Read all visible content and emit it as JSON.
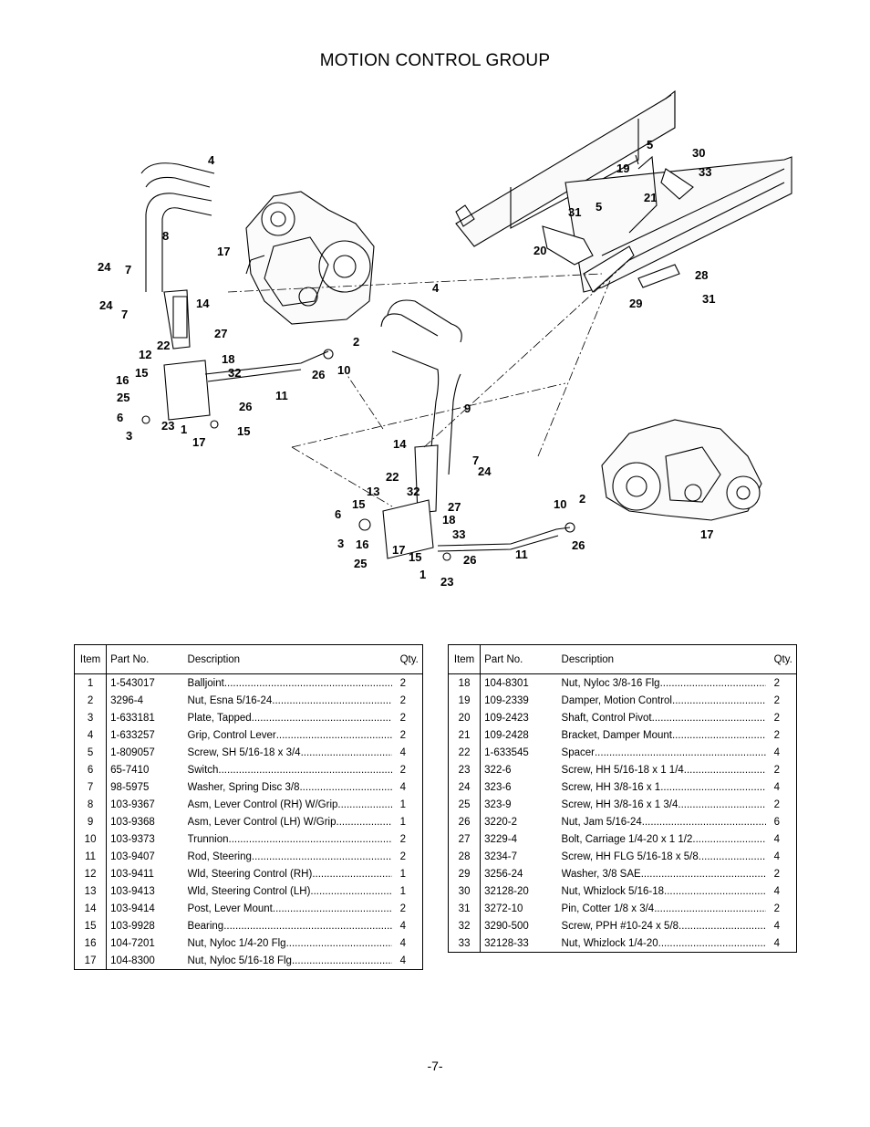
{
  "page": {
    "title": "MOTION CONTROL GROUP",
    "page_number": "-7-"
  },
  "diagram": {
    "callouts": [
      "4",
      "8",
      "24",
      "7",
      "24",
      "7",
      "14",
      "17",
      "27",
      "22",
      "12",
      "18",
      "15",
      "32",
      "16",
      "25",
      "26",
      "6",
      "3",
      "23",
      "1",
      "17",
      "15",
      "11",
      "2",
      "26",
      "10",
      "4",
      "9",
      "5",
      "19",
      "30",
      "33",
      "21",
      "5",
      "31",
      "20",
      "28",
      "29",
      "31",
      "14",
      "7",
      "24",
      "22",
      "13",
      "32",
      "15",
      "27",
      "6",
      "18",
      "33",
      "3",
      "16",
      "17",
      "15",
      "26",
      "25",
      "1",
      "23",
      "11",
      "10",
      "2",
      "26",
      "17"
    ]
  },
  "table": {
    "headers": {
      "item": "Item",
      "part_no": "Part No.",
      "description": "Description",
      "qty": "Qty."
    },
    "left_rows": [
      {
        "item": "1",
        "part_no": "1-543017",
        "description": "Balljoint",
        "qty": "2"
      },
      {
        "item": "2",
        "part_no": "3296-4",
        "description": "Nut, Esna 5/16-24",
        "qty": "2"
      },
      {
        "item": "3",
        "part_no": "1-633181",
        "description": "Plate, Tapped",
        "qty": "2"
      },
      {
        "item": "4",
        "part_no": "1-633257",
        "description": "Grip, Control Lever",
        "qty": "2"
      },
      {
        "item": "5",
        "part_no": "1-809057",
        "description": "Screw, SH  5/16-18 x 3/4",
        "qty": "4"
      },
      {
        "item": "6",
        "part_no": "65-7410",
        "description": "Switch",
        "qty": "2"
      },
      {
        "item": "7",
        "part_no": "98-5975",
        "description": "Washer, Spring Disc 3/8",
        "qty": "4"
      },
      {
        "item": "8",
        "part_no": "103-9367",
        "description": "Asm, Lever Control (RH) W/Grip",
        "qty": "1"
      },
      {
        "item": "9",
        "part_no": "103-9368",
        "description": "Asm, Lever Control (LH) W/Grip",
        "qty": "1"
      },
      {
        "item": "10",
        "part_no": "103-9373",
        "description": "Trunnion",
        "qty": "2"
      },
      {
        "item": "11",
        "part_no": "103-9407",
        "description": "Rod, Steering",
        "qty": "2"
      },
      {
        "item": "12",
        "part_no": "103-9411",
        "description": "Wld, Steering Control (RH)",
        "qty": "1"
      },
      {
        "item": "13",
        "part_no": "103-9413",
        "description": "Wld, Steering Control (LH)",
        "qty": "1"
      },
      {
        "item": "14",
        "part_no": "103-9414",
        "description": "Post, Lever Mount",
        "qty": "2"
      },
      {
        "item": "15",
        "part_no": "103-9928",
        "description": "Bearing",
        "qty": "4"
      },
      {
        "item": "16",
        "part_no": "104-7201",
        "description": "Nut, Nyloc 1/4-20 Flg",
        "qty": "4"
      },
      {
        "item": "17",
        "part_no": "104-8300",
        "description": "Nut, Nyloc 5/16-18 Flg",
        "qty": "4"
      }
    ],
    "right_rows": [
      {
        "item": "18",
        "part_no": "104-8301",
        "description": "Nut, Nyloc 3/8-16 Flg",
        "qty": "2"
      },
      {
        "item": "19",
        "part_no": "109-2339",
        "description": "Damper, Motion Control",
        "qty": "2"
      },
      {
        "item": "20",
        "part_no": "109-2423",
        "description": "Shaft, Control Pivot",
        "qty": "2"
      },
      {
        "item": "21",
        "part_no": "109-2428",
        "description": "Bracket, Damper Mount",
        "qty": "2"
      },
      {
        "item": "22",
        "part_no": "1-633545",
        "description": "Spacer",
        "qty": "4"
      },
      {
        "item": "23",
        "part_no": "322-6",
        "description": "Screw, HH 5/16-18 x 1 1/4",
        "qty": "2"
      },
      {
        "item": "24",
        "part_no": "323-6",
        "description": "Screw, HH 3/8-16 x 1",
        "qty": "4"
      },
      {
        "item": "25",
        "part_no": "323-9",
        "description": "Screw, HH 3/8-16 x 1 3/4",
        "qty": "2"
      },
      {
        "item": "26",
        "part_no": "3220-2",
        "description": "Nut, Jam 5/16-24",
        "qty": "6"
      },
      {
        "item": "27",
        "part_no": "3229-4",
        "description": "Bolt, Carriage 1/4-20 x 1 1/2",
        "qty": "4"
      },
      {
        "item": "28",
        "part_no": "3234-7",
        "description": "Screw, HH FLG 5/16-18 x 5/8",
        "qty": "4"
      },
      {
        "item": "29",
        "part_no": "3256-24",
        "description": "Washer, 3/8 SAE",
        "qty": "2"
      },
      {
        "item": "30",
        "part_no": "32128-20",
        "description": "Nut, Whizlock 5/16-18",
        "qty": "4"
      },
      {
        "item": "31",
        "part_no": "3272-10",
        "description": "Pin, Cotter 1/8 x 3/4",
        "qty": "2"
      },
      {
        "item": "32",
        "part_no": "3290-500",
        "description": "Screw, PPH #10-24 x 5/8",
        "qty": "4"
      },
      {
        "item": "33",
        "part_no": "32128-33",
        "description": "Nut, Whizlock 1/4-20",
        "qty": "4"
      }
    ]
  }
}
